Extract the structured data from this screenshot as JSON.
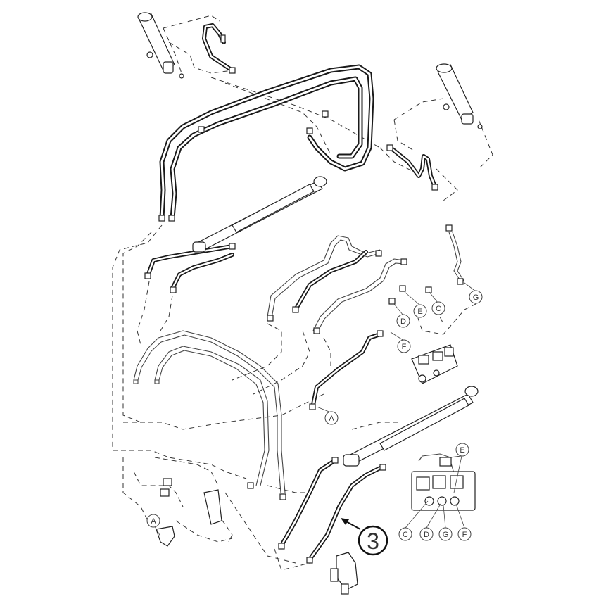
{
  "diagram": {
    "background": "#ffffff",
    "line_color": "#1a1a1a",
    "callout_labels": {
      "a_upper": "A",
      "a_lower": "A",
      "c_upper": "C",
      "d_upper": "D",
      "e_upper": "E",
      "f_upper": "F",
      "g_upper": "G",
      "e_valve": "E",
      "c_lower": "C",
      "d_lower": "D",
      "g_lower": "G",
      "f_lower": "F"
    },
    "item_number": "3"
  }
}
